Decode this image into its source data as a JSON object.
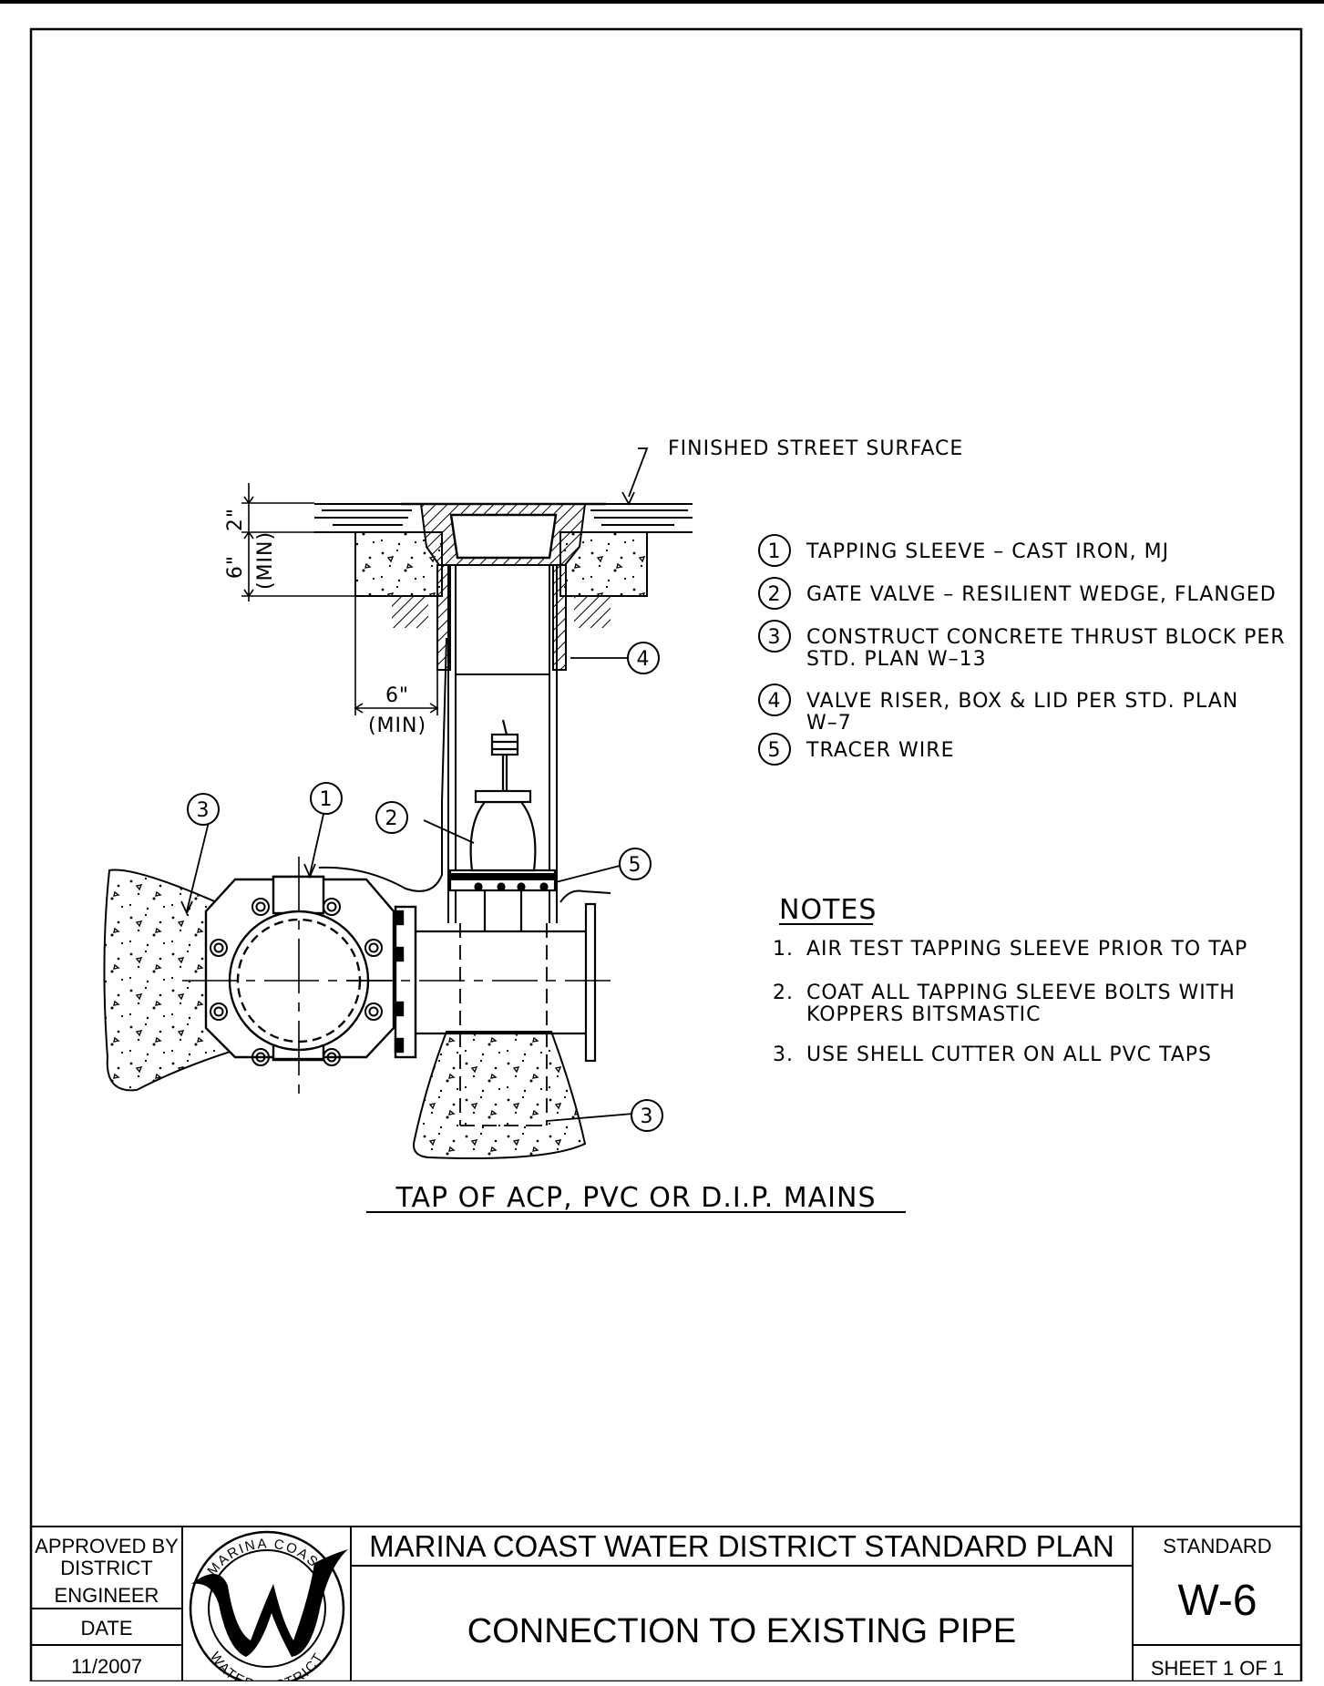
{
  "callout_leader_text": "FINISHED STREET SURFACE",
  "dims": {
    "top_2": "2\"",
    "top_6": "6\"",
    "top_min": "(MIN)",
    "side_6": "6\"",
    "side_min": "(MIN)"
  },
  "balloons": {
    "b1": "1",
    "b2": "2",
    "b3a": "3",
    "b3b": "3",
    "b4": "4",
    "b5": "5"
  },
  "legend": [
    {
      "num": "1",
      "lines": [
        "TAPPING SLEEVE – CAST IRON, MJ"
      ]
    },
    {
      "num": "2",
      "lines": [
        "GATE VALVE – RESILIENT WEDGE, FLANGED"
      ]
    },
    {
      "num": "3",
      "lines": [
        "CONSTRUCT CONCRETE THRUST BLOCK PER",
        "STD. PLAN W–13"
      ]
    },
    {
      "num": "4",
      "lines": [
        "VALVE RISER, BOX & LID PER STD. PLAN",
        "W–7"
      ]
    },
    {
      "num": "5",
      "lines": [
        "TRACER WIRE"
      ]
    }
  ],
  "notes": {
    "heading": "NOTES",
    "items": [
      {
        "num": "1.",
        "lines": [
          "AIR TEST TAPPING SLEEVE PRIOR TO TAP"
        ]
      },
      {
        "num": "2.",
        "lines": [
          "COAT ALL TAPPING SLEEVE BOLTS WITH",
          "KOPPERS BITSMASTIC"
        ]
      },
      {
        "num": "3.",
        "lines": [
          "USE SHELL CUTTER ON ALL PVC TAPS"
        ]
      }
    ]
  },
  "drawing_title": "TAP OF ACP, PVC OR D.I.P. MAINS",
  "title_block": {
    "approved_by": [
      "APPROVED BY",
      "DISTRICT",
      "ENGINEER"
    ],
    "date_label": "DATE",
    "date_value": "11/2007",
    "org_title": "MARINA COAST WATER DISTRICT STANDARD PLAN",
    "sheet_title": "CONNECTION TO EXISTING PIPE",
    "standard_label": "STANDARD",
    "standard_value": "W-6",
    "sheet_count": "SHEET 1 OF 1",
    "logo_ring_top": "MARINA COAST",
    "logo_ring_bottom": "WATER DISTRICT"
  }
}
